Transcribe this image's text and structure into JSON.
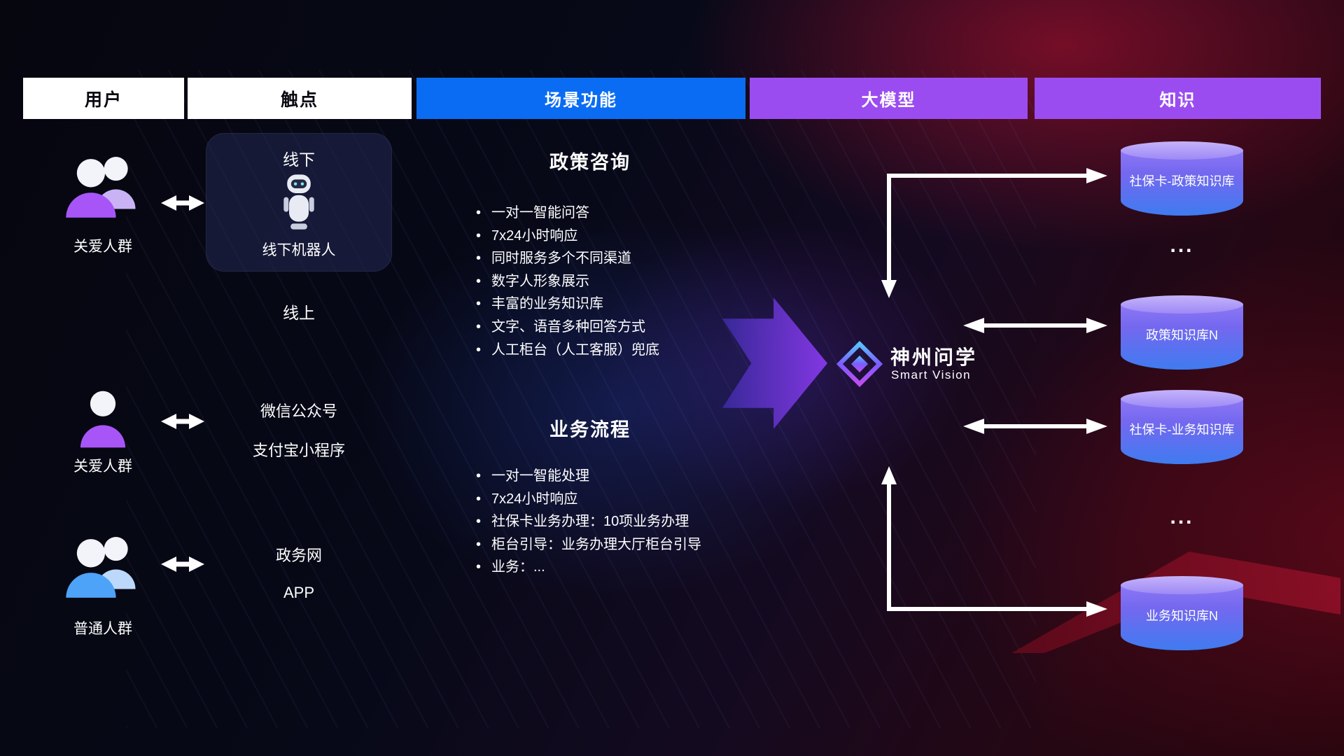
{
  "header": {
    "columns": [
      {
        "label": "用户",
        "bg": "#ffffff",
        "color": "#0a0a12"
      },
      {
        "label": "触点",
        "bg": "#ffffff",
        "color": "#0a0a12"
      },
      {
        "label": "场景功能",
        "bg": "#0a6cf2",
        "color": "#ffffff"
      },
      {
        "label": "大模型",
        "bg": "#9b4cf0",
        "color": "#ffffff"
      },
      {
        "label": "知识",
        "bg": "#9b4cf0",
        "color": "#ffffff"
      }
    ]
  },
  "users": {
    "rows": [
      {
        "label": "关爱人群",
        "icon": "user-group-purple-icon"
      },
      {
        "label": "关爱人群",
        "icon": "user-single-purple-icon"
      },
      {
        "label": "普通人群",
        "icon": "user-group-blue-icon"
      }
    ]
  },
  "touchpoints": {
    "offline": {
      "title": "线下",
      "robot_label": "线下机器人",
      "icon": "robot-icon"
    },
    "online": {
      "title": "线上",
      "items": [
        "微信公众号",
        "支付宝小程序",
        "政务网",
        "APP"
      ]
    }
  },
  "scenarios": {
    "policy": {
      "title": "政策咨询",
      "items": [
        "一对一智能问答",
        "7x24小时响应",
        "同时服务多个不同渠道",
        "数字人形象展示",
        "丰富的业务知识库",
        "文字、语音多种回答方式",
        "人工柜台（人工客服）兜底"
      ]
    },
    "business": {
      "title": "业务流程",
      "items": [
        "一对一智能处理",
        "7x24小时响应",
        "社保卡业务办理：10项业务办理",
        "柜台引导：业务办理大厅柜台引导",
        "业务：..."
      ]
    }
  },
  "model": {
    "brand": "神州问学",
    "brand_sub": "Smart Vision",
    "logo_icon": "diamond-logo-icon"
  },
  "knowledge": {
    "items": [
      {
        "type": "database",
        "label": "社保卡-政策知识库"
      },
      {
        "type": "ellipsis",
        "label": "..."
      },
      {
        "type": "database",
        "label": "政策知识库N"
      },
      {
        "type": "database",
        "label": "社保卡-业务知识库"
      },
      {
        "type": "ellipsis",
        "label": "..."
      },
      {
        "type": "database",
        "label": "业务知识库N"
      }
    ]
  },
  "colors": {
    "scene_header_blue": "#0a6cf2",
    "model_header_purple": "#9b4cf0",
    "cylinder_top": "#c5b3fa",
    "cylinder_body_top": "#8d77f5",
    "cylinder_body_bottom": "#3f7bf0",
    "user_icon_purple": "#a855f7",
    "user_icon_blue": "#4da3f7",
    "flow_arrow_purple": "#7c3aed",
    "connector_white": "#ffffff",
    "background_red": "#8f1225"
  }
}
